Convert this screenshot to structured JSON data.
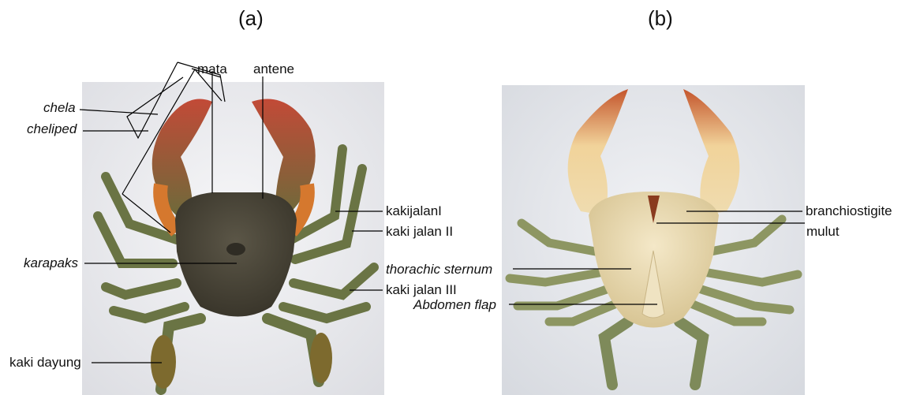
{
  "panels": {
    "a": {
      "title": "(a)",
      "labels": {
        "mata": "mata",
        "antene": "antene",
        "chela": "chela",
        "cheliped": "cheliped",
        "kakijalan1": "kakijalanI",
        "kakijalan2": "kaki jalan II",
        "karapaks": "karapaks",
        "kakijalan3": "kaki jalan III",
        "kakidayung": "kaki dayung"
      }
    },
    "b": {
      "title": "(b)",
      "labels": {
        "branchiostigite": "branchiostigite",
        "mulut": "mulut",
        "thorachic": "thorachic sternum",
        "abdomen": "Abdomen flap"
      }
    }
  },
  "colors": {
    "background": "#ffffff",
    "photo_bg_a": "#eeeef0",
    "photo_bg_b": "#e6e8ec",
    "carapace": "#4a4537",
    "claw_red": "#b9402e",
    "leg_green": "#6f7a45",
    "ventral": "#efdfb8",
    "line": "#000000"
  }
}
